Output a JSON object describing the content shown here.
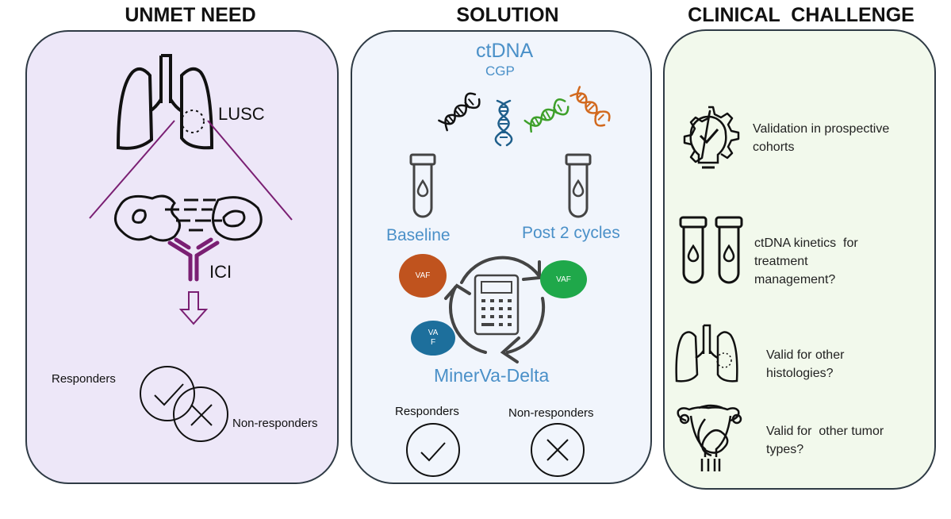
{
  "panels": {
    "unmet_need": {
      "heading": "UNMET NEED",
      "background": "#ede7f8",
      "lung_label": "LUSC",
      "drug_label": "ICI",
      "responders_label": "Responders",
      "non_responders_label": "Non-responders",
      "accent": "#7a1f73"
    },
    "solution": {
      "heading": "SOLUTION",
      "background": "#f1f5fc",
      "title": "ctDNA",
      "subtitle": "CGP",
      "baseline_label": "Baseline",
      "post_label": "Post 2 cycles",
      "vaf_bubbles": [
        {
          "label": "VAF",
          "color": "#c0531e"
        },
        {
          "label": "VAF",
          "color": "#1fa84a"
        },
        {
          "label": "VA\nF",
          "color": "#1d6f9c"
        }
      ],
      "method_label": "MinerVa-Delta",
      "responders_label": "Responders",
      "non_responders_label": "Non-responders",
      "text_color": "#4a90c8",
      "dna_colors": [
        "#111111",
        "#1f5f8b",
        "#3ea02a",
        "#d2691e"
      ]
    },
    "clinical_challenge": {
      "heading": "CLINICAL  CHALLENGE",
      "background": "#f2f9ec",
      "items": [
        {
          "icon": "gear-lightbulb-check-icon",
          "text": "Validation in prospective\ncohorts"
        },
        {
          "icon": "test-tubes-icon",
          "text": "ctDNA kinetics  for\ntreatment\nmanagement?"
        },
        {
          "icon": "lungs-icon",
          "text": "Valid for other\nhistologies?"
        },
        {
          "icon": "uterus-icon",
          "text": "Valid for  other tumor\ntypes?"
        }
      ]
    }
  }
}
